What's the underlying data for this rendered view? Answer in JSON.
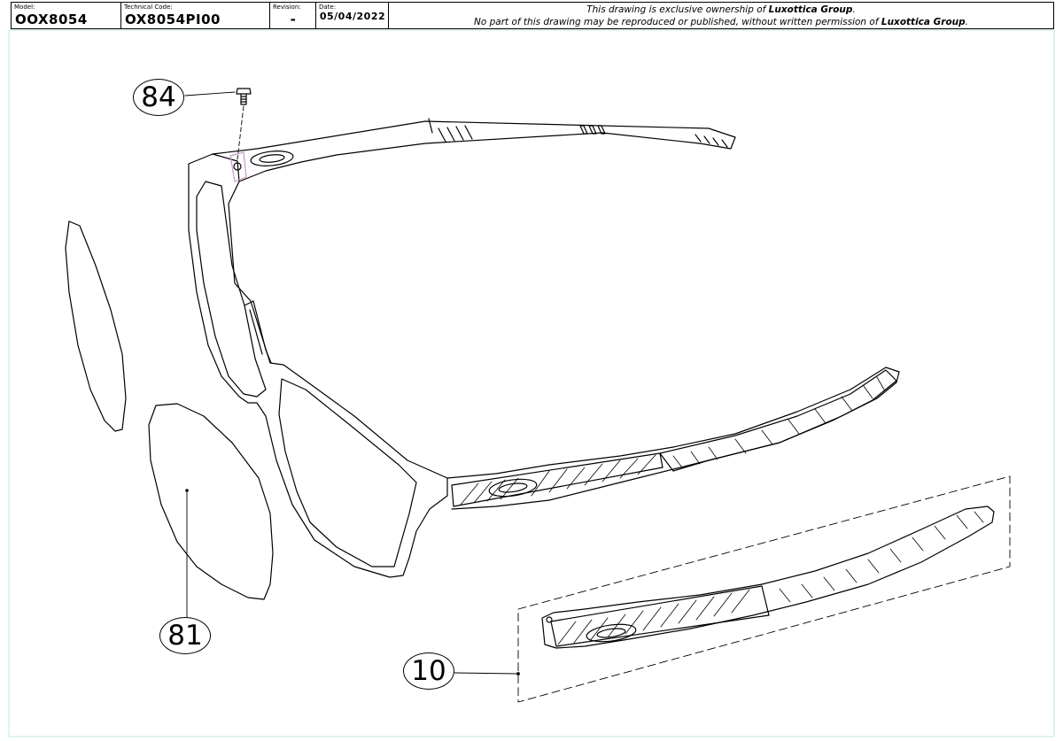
{
  "title_block": {
    "model_label": "Model:",
    "model_value": "OOX8054",
    "technical_code_label": "Technical Code:",
    "technical_code_value": "OX8054PI00",
    "revision_label": "Revision:",
    "revision_value": "-",
    "date_label": "Date:",
    "date_value": "05/04/2022",
    "notice_line1_pre": "This drawing is exclusive ownership of ",
    "notice_line1_owner": "Luxottica Group",
    "notice_line1_post": ".",
    "notice_line2_pre": "No part of this drawing may be reproduced or published, without written permission of ",
    "notice_line2_owner": "Luxottica Group",
    "notice_line2_post": "."
  },
  "callouts": [
    {
      "id": "84"
    },
    {
      "id": "81"
    },
    {
      "id": "10"
    }
  ]
}
